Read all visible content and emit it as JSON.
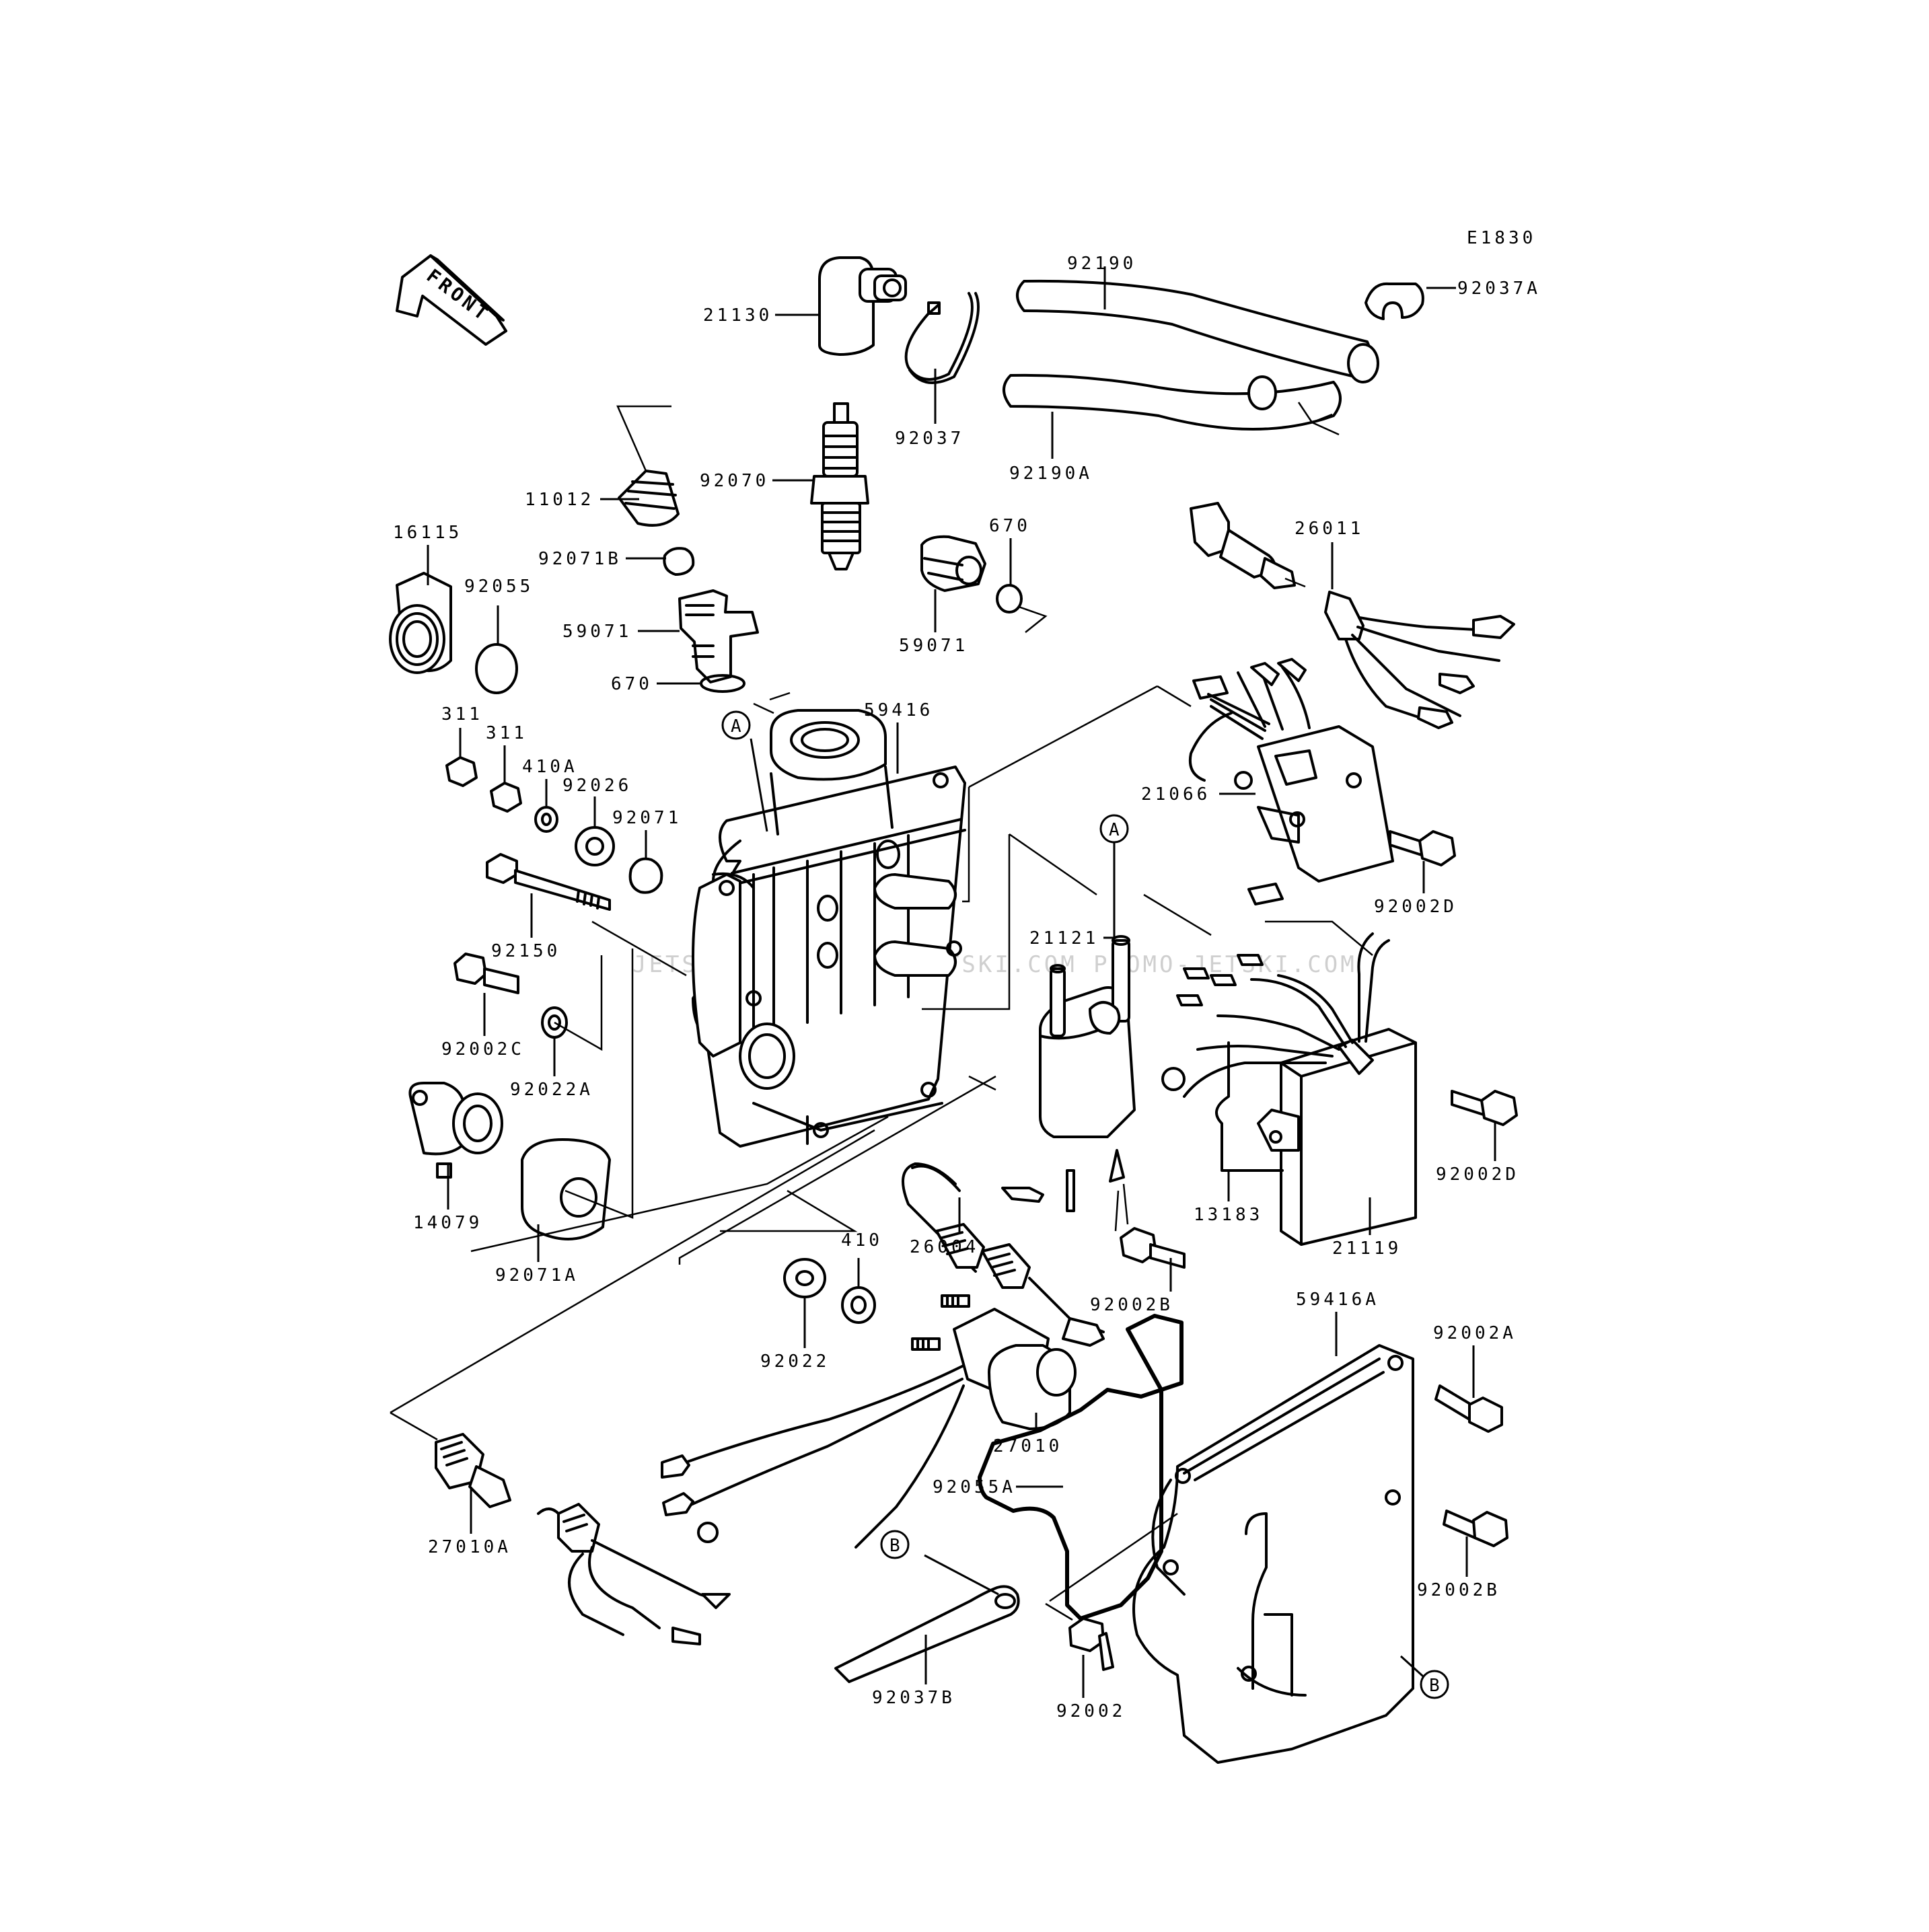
{
  "diagram": {
    "code": "E1830",
    "front_label": "FRONT",
    "watermark": "JETSKI.COM  PROMO-JETSKI.COM  PROMO-JETSKI.COM",
    "callout_a": "A",
    "callout_b": "B",
    "parts": {
      "p21130": "21130",
      "p92037": "92037",
      "p92190": "92190",
      "p92190A": "92190A",
      "p92037A": "92037A",
      "p11012": "11012",
      "p92070": "92070",
      "p16115": "16115",
      "p92055": "92055",
      "p92071B": "92071B",
      "p59071a": "59071",
      "p59071b": "59071",
      "p670a": "670",
      "p670b": "670",
      "p26011": "26011",
      "p311a": "311",
      "p311b": "311",
      "p410A": "410A",
      "p92026": "92026",
      "p92071": "92071",
      "p59416": "59416",
      "p21066": "21066",
      "p92150": "92150",
      "p92002C": "92002C",
      "p92022A": "92022A",
      "p92002D_a": "92002D",
      "p92002D_b": "92002D",
      "p21121": "21121",
      "p14079": "14079",
      "p92071A": "92071A",
      "p26004": "26004",
      "p13183": "13183",
      "p21119": "21119",
      "p410": "410",
      "p92022": "92022",
      "p92002B_a": "92002B",
      "p92002B_b": "92002B",
      "p59416A": "59416A",
      "p92002A": "92002A",
      "p27010": "27010",
      "p92055A": "92055A",
      "p27010A": "27010A",
      "p92037B": "92037B",
      "p92002": "92002"
    }
  }
}
